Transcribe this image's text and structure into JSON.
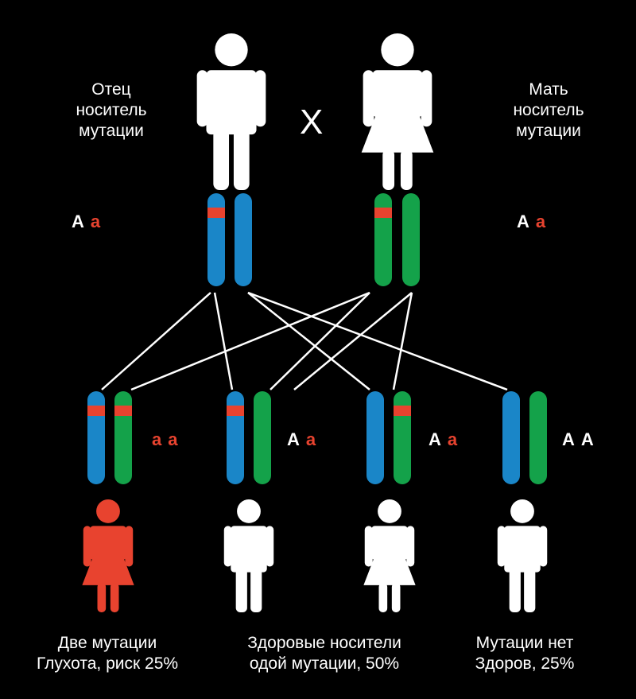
{
  "parents": {
    "father": {
      "label": "Отец\nноситель\nмутации",
      "alleles": [
        "A",
        "a"
      ]
    },
    "mother": {
      "label": "Мать\nноситель\nмутации",
      "alleles": [
        "A",
        "a"
      ]
    },
    "cross_symbol": "X"
  },
  "children": [
    {
      "alleles": [
        "a",
        "a"
      ]
    },
    {
      "alleles": [
        "A",
        "a"
      ]
    },
    {
      "alleles": [
        "A",
        "a"
      ]
    },
    {
      "alleles": [
        "A",
        "A"
      ]
    }
  ],
  "outcomes": {
    "affected": "Две мутации\nГлухота, риск 25%",
    "carriers": "Здоровые носители\nодой мутации, 50%",
    "healthy": "Мутации нет\nЗдоров, 25%"
  },
  "colors": {
    "background": "#000000",
    "dominant_allele": "#ffffff",
    "recessive_allele": "#e8432f",
    "father_chromosome": "#1a86c8",
    "mother_chromosome": "#14a24a",
    "mutation_band": "#e8432f",
    "affected_figure": "#e8432f",
    "figure": "#ffffff"
  },
  "icons": [
    "male-figure-icon",
    "female-figure-icon"
  ]
}
